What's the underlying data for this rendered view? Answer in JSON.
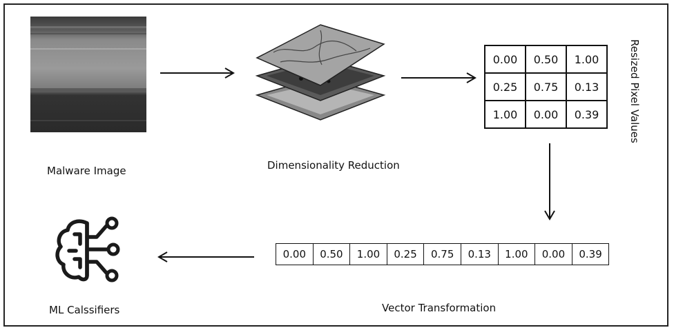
{
  "labels": {
    "malware_image": "Malware Image",
    "dimensionality_reduction": "Dimensionality Reduction",
    "resized_pixel_values": "Resized Pixel Values",
    "vector_transformation": "Vector Transformation",
    "ml_classifiers": "ML Calssifiers"
  },
  "pixel_grid": [
    [
      "0.00",
      "0.50",
      "1.00"
    ],
    [
      "0.25",
      "0.75",
      "0.13"
    ],
    [
      "1.00",
      "0.00",
      "0.39"
    ]
  ],
  "vector": [
    "0.00",
    "0.50",
    "1.00",
    "0.25",
    "0.75",
    "0.13",
    "1.00",
    "0.00",
    "0.39"
  ],
  "icons": {
    "malware_image": "grayscale-malware-image",
    "layers": "stacked-layers-icon",
    "classifier": "brain-circuit-icon"
  }
}
